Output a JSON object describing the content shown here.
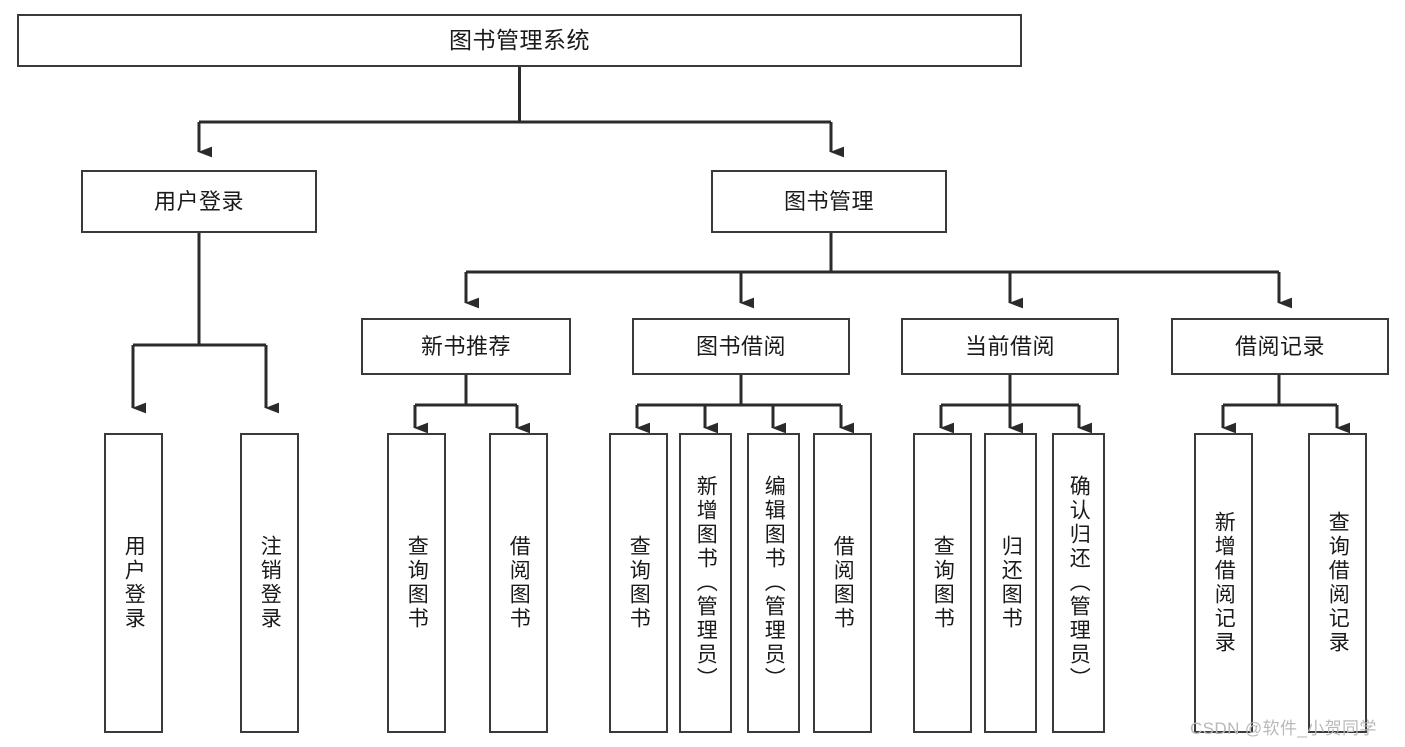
{
  "diagram": {
    "title": "图书管理系统",
    "type": "hierarchy-tree",
    "colors": {
      "box_border": "#3a3a3a",
      "box_fill": "#ffffff",
      "connector": "#2b2b2b",
      "text": "#1a1a1a",
      "watermark": "#b9b9b9"
    },
    "nodes": {
      "root": {
        "label": "图书管理系统"
      },
      "level2": [
        {
          "label": "用户登录"
        },
        {
          "label": "图书管理"
        }
      ],
      "level3": [
        {
          "label": "新书推荐"
        },
        {
          "label": "图书借阅"
        },
        {
          "label": "当前借阅"
        },
        {
          "label": "借阅记录"
        }
      ],
      "leaves": {
        "user_login": [
          {
            "label": "用户登录"
          },
          {
            "label": "注销登录"
          }
        ],
        "new_book_recommend": [
          {
            "label": "查询图书"
          },
          {
            "label": "借阅图书"
          }
        ],
        "book_borrow": [
          {
            "label": "查询图书"
          },
          {
            "label": "新增图书（管理员）"
          },
          {
            "label": "编辑图书（管理员）"
          },
          {
            "label": "借阅图书"
          }
        ],
        "current_borrow": [
          {
            "label": "查询图书"
          },
          {
            "label": "归还图书"
          },
          {
            "label": "确认归还（管理员）"
          }
        ],
        "borrow_record": [
          {
            "label": "新增借阅记录"
          },
          {
            "label": "查询借阅记录"
          }
        ]
      }
    },
    "watermark": "CSDN @软件_小贺同学"
  }
}
